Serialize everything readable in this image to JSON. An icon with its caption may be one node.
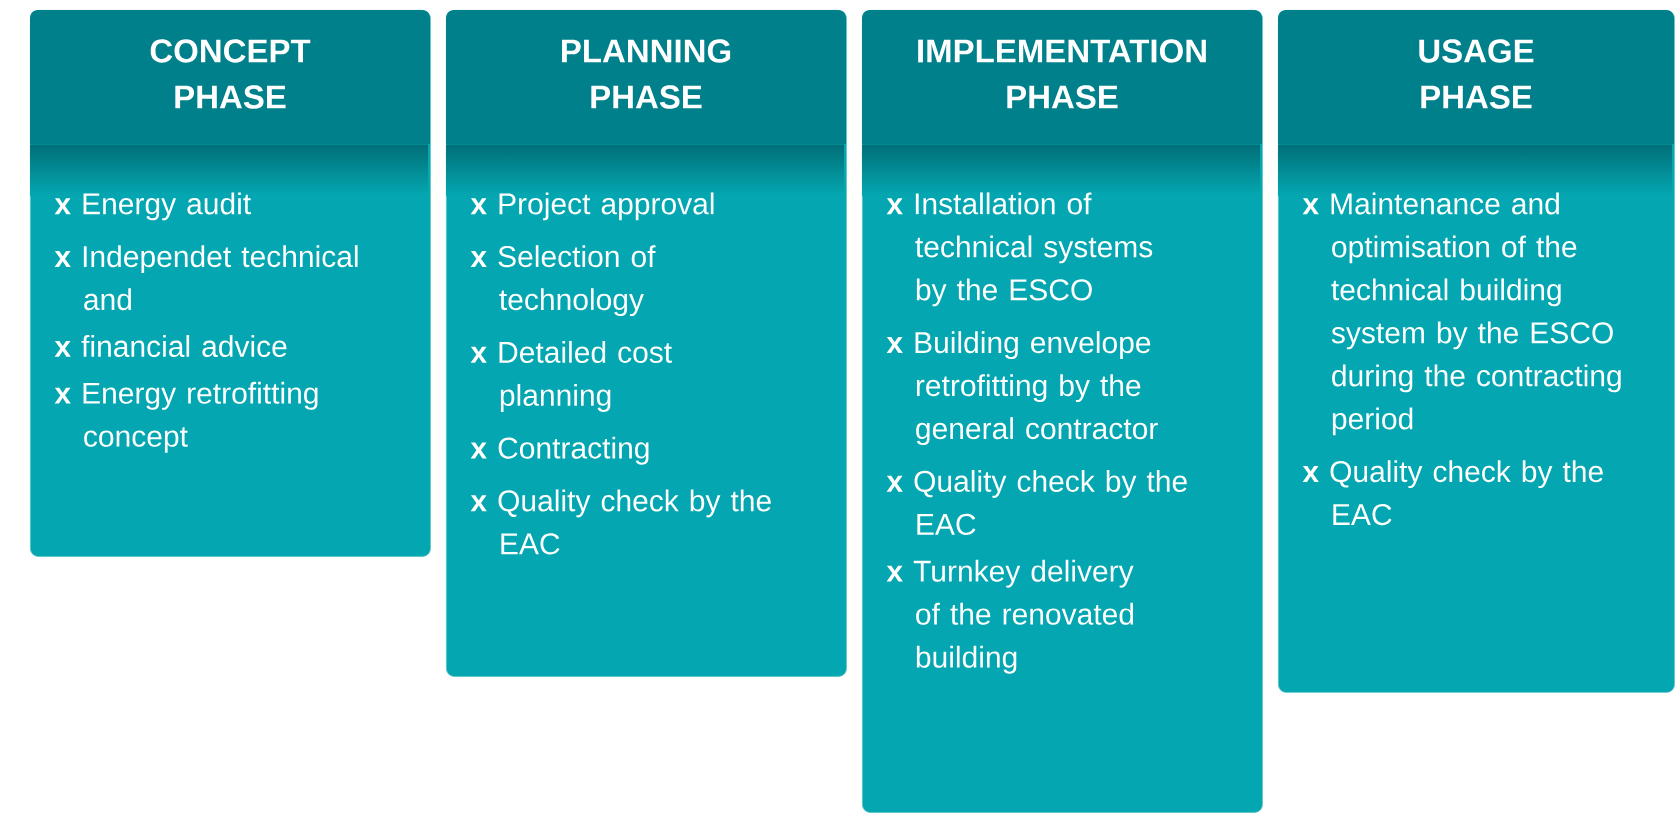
{
  "diagram": {
    "nodes": [
      {
        "text": [
          "CONCEPT PHASE",
          "**x** Energy audit",
          "**x** Independet technical and",
          "**x** financial advice",
          "**x** Energy retrofitting concept"
        ]
      },
      {
        "text": [
          "PLANNING PHASE",
          "**x** Project approval",
          "**x** Selection of technology",
          "**x** Detailed cost planning",
          "**x** Contracting",
          "**x** Quality check by the EAC"
        ]
      },
      {
        "text": [
          "IMPLEMENTATION PHASE",
          "**x** Installation of technical systems by the ESCO",
          "**x** Building envelope retrofitting by the general contractor",
          "**x** Quality check by the EAC",
          "**x** Turnkey delivery of the renovated building"
        ]
      },
      {
        "text": [
          "USAGE PHASE",
          "**x** Maintenance and optimisation of the technical building system by the ESCO during the contracting period",
          "**x** Quality check by the EAC"
        ]
      }
    ]
  }
}
